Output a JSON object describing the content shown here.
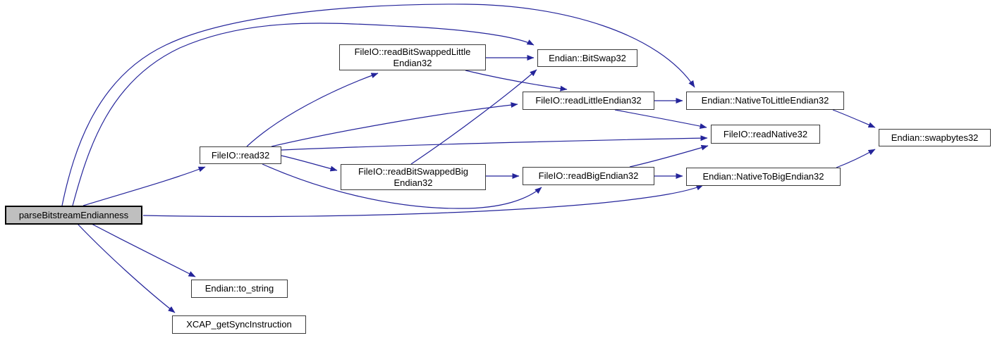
{
  "diagram": {
    "type": "doxygen-call-graph",
    "root_function": "parseBitstreamEndianness",
    "edge_color": "#24249a",
    "root_fill": "#bfbfbf",
    "node_fill": "#ffffff"
  },
  "nodes": {
    "parse": {
      "label": "parseBitstreamEndianness"
    },
    "read32": {
      "label": "FileIO::read32"
    },
    "rbsle": {
      "label": "FileIO::readBitSwappedLittle\nEndian32"
    },
    "rbsbe": {
      "label": "FileIO::readBitSwappedBig\nEndian32"
    },
    "bitswap": {
      "label": "Endian::BitSwap32"
    },
    "rle": {
      "label": "FileIO::readLittleEndian32"
    },
    "rbe": {
      "label": "FileIO::readBigEndian32"
    },
    "ntle": {
      "label": "Endian::NativeToLittleEndian32"
    },
    "ntbe": {
      "label": "Endian::NativeToBigEndian32"
    },
    "rnat": {
      "label": "FileIO::readNative32"
    },
    "swap": {
      "label": "Endian::swapbytes32"
    },
    "tostr": {
      "label": "Endian::to_string"
    },
    "xcap": {
      "label": "XCAP_getSyncInstruction"
    }
  },
  "edges": [
    {
      "from": "parseBitstreamEndianness",
      "to": "FileIO::read32"
    },
    {
      "from": "parseBitstreamEndianness",
      "to": "Endian::BitSwap32"
    },
    {
      "from": "parseBitstreamEndianness",
      "to": "Endian::NativeToLittleEndian32"
    },
    {
      "from": "parseBitstreamEndianness",
      "to": "Endian::NativeToBigEndian32"
    },
    {
      "from": "parseBitstreamEndianness",
      "to": "Endian::to_string"
    },
    {
      "from": "parseBitstreamEndianness",
      "to": "XCAP_getSyncInstruction"
    },
    {
      "from": "FileIO::read32",
      "to": "FileIO::readBitSwappedLittleEndian32"
    },
    {
      "from": "FileIO::read32",
      "to": "FileIO::readLittleEndian32"
    },
    {
      "from": "FileIO::read32",
      "to": "FileIO::readBitSwappedBigEndian32"
    },
    {
      "from": "FileIO::read32",
      "to": "FileIO::readBigEndian32"
    },
    {
      "from": "FileIO::read32",
      "to": "FileIO::readNative32"
    },
    {
      "from": "FileIO::readBitSwappedLittleEndian32",
      "to": "Endian::BitSwap32"
    },
    {
      "from": "FileIO::readBitSwappedLittleEndian32",
      "to": "FileIO::readLittleEndian32"
    },
    {
      "from": "FileIO::readBitSwappedBigEndian32",
      "to": "Endian::BitSwap32"
    },
    {
      "from": "FileIO::readBitSwappedBigEndian32",
      "to": "FileIO::readBigEndian32"
    },
    {
      "from": "FileIO::readLittleEndian32",
      "to": "Endian::NativeToLittleEndian32"
    },
    {
      "from": "FileIO::readLittleEndian32",
      "to": "FileIO::readNative32"
    },
    {
      "from": "FileIO::readBigEndian32",
      "to": "Endian::NativeToBigEndian32"
    },
    {
      "from": "FileIO::readBigEndian32",
      "to": "FileIO::readNative32"
    },
    {
      "from": "Endian::NativeToLittleEndian32",
      "to": "Endian::swapbytes32"
    },
    {
      "from": "Endian::NativeToBigEndian32",
      "to": "Endian::swapbytes32"
    }
  ]
}
